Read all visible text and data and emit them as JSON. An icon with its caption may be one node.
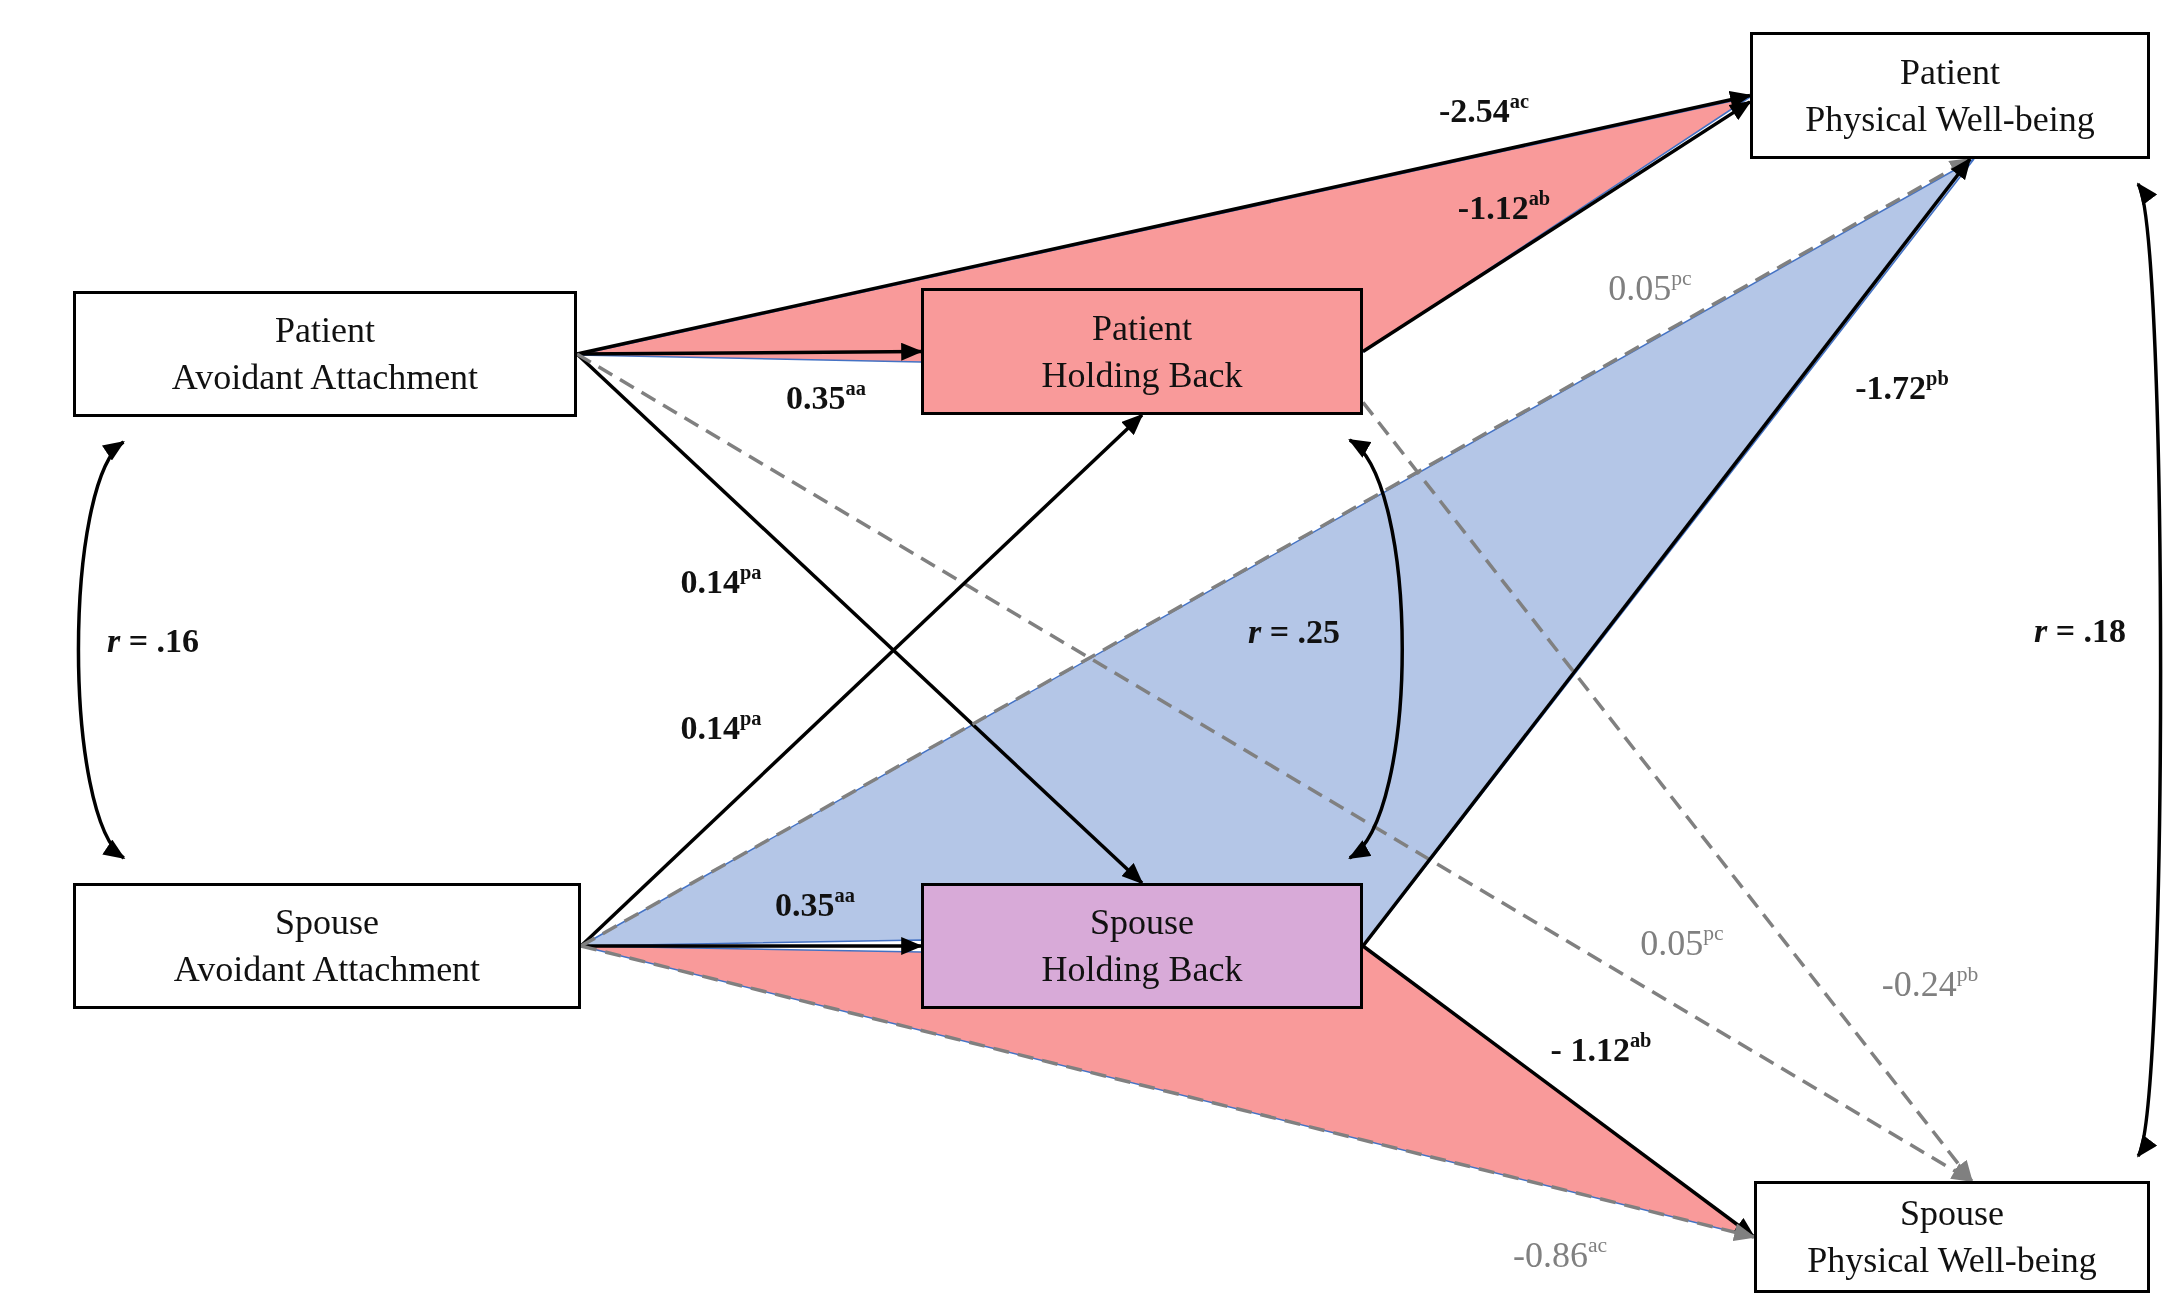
{
  "diagram": {
    "nodes": [
      {
        "text": [
          "Patient",
          "Avoidant Attachment"
        ]
      },
      {
        "text": [
          "Patient",
          "Holding Back"
        ]
      },
      {
        "text": [
          "Patient",
          "Physical Well-being"
        ]
      },
      {
        "text": [
          "Spouse",
          "Avoidant Attachment"
        ]
      },
      {
        "text": [
          "Spouse",
          "Holding Back"
        ]
      },
      {
        "text": [
          "Spouse",
          "Physical Well-being"
        ]
      }
    ],
    "edges": [
      {
        "from": 0,
        "to": 1,
        "arrow": "to",
        "label": "0.35$^{aa}$"
      },
      {
        "from": 0,
        "to": 2,
        "arrow": "to",
        "label": "-2.54$^{ac}$"
      },
      {
        "from": 1,
        "to": 2,
        "arrow": "to",
        "label": "-1.12$^{ab}$"
      },
      {
        "from": 0,
        "to": 4,
        "arrow": "to",
        "label": "0.14$^{pa}$"
      },
      {
        "from": 0,
        "to": 5,
        "arrow": "to",
        "label": "0.05$^{pc}$",
        "style": "dashed",
        "color": "#808080"
      },
      {
        "from": 1,
        "to": 5,
        "arrow": "to",
        "label": "-0.24$^{pb}$",
        "style": "dashed",
        "color": "#808080"
      },
      {
        "from": 3,
        "to": 1,
        "arrow": "to",
        "label": "0.14$^{pa}$"
      },
      {
        "from": 3,
        "to": 4,
        "arrow": "to",
        "label": "0.35$^{aa}$"
      },
      {
        "from": 3,
        "to": 2,
        "arrow": "to",
        "label": "0.05$^{pc}$",
        "style": "dashed",
        "color": "#808080"
      },
      {
        "from": 4,
        "to": 2,
        "arrow": "to",
        "label": "-1.72$^{pb}$"
      },
      {
        "from": 4,
        "to": 5,
        "arrow": "to",
        "label": "- 1.12$^{ab}$"
      },
      {
        "from": 3,
        "to": 5,
        "arrow": "to",
        "label": "-0.86$^{ac}$",
        "style": "dashed",
        "color": "#808080"
      },
      {
        "from": 0,
        "to": 3,
        "arrow": "both",
        "label": "*r* = .16"
      },
      {
        "from": 1,
        "to": 4,
        "arrow": "both",
        "label": "*r* = .25"
      },
      {
        "from": 2,
        "to": 5,
        "arrow": "both",
        "label": "*r* = .18"
      }
    ]
  }
}
